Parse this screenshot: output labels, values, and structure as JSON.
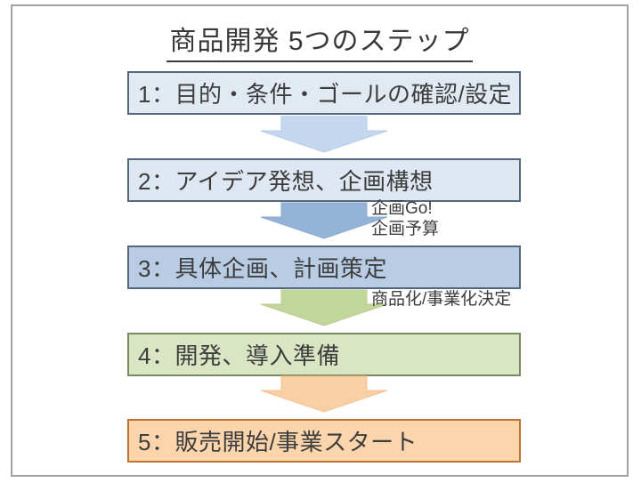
{
  "title": "商品開発 5つのステップ",
  "text_color": "#3d3d3d",
  "frame_border_color": "#a3a3a3",
  "steps": [
    {
      "label": "1：目的・条件・ゴールの確認/設定",
      "fill": "#e1e9f3",
      "border": "#54677e"
    },
    {
      "label": "2：アイデア発想、企画構想",
      "fill": "#dfe8f2",
      "border": "#54677e"
    },
    {
      "label": "3：具体企画、計画策定",
      "fill": "#b8cce4",
      "border": "#54677e"
    },
    {
      "label": "4：開発、導入準備",
      "fill": "#d9e5c3",
      "border": "#778a60"
    },
    {
      "label": "5：販売開始/事業スタート",
      "fill": "#fcd5ad",
      "border": "#bd7434"
    }
  ],
  "arrows": [
    {
      "fill": "#c5d7ee",
      "labels": []
    },
    {
      "fill": "#95b3d7",
      "labels": [
        "企画Go!",
        "企画予算"
      ]
    },
    {
      "fill": "#c2d69c",
      "labels": [
        "商品化/事業化決定"
      ]
    },
    {
      "fill": "#fbcfa4",
      "labels": []
    }
  ]
}
